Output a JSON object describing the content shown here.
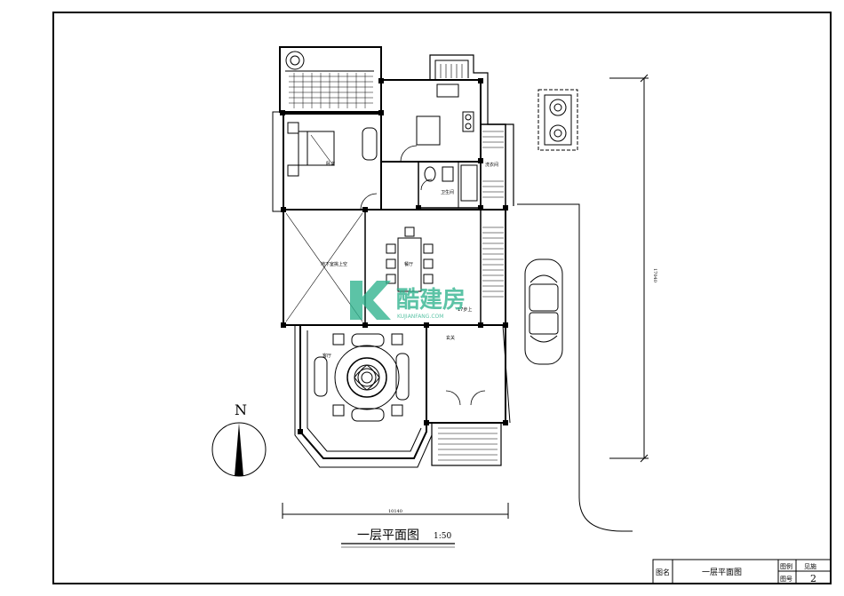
{
  "drawing": {
    "title": "一层平面图",
    "scale": "1:50",
    "north": "N",
    "dim_width": "10140",
    "dim_height": "17040"
  },
  "rooms": {
    "bedroom": "卧室",
    "bathroom": "卫生间",
    "laundry": "洗衣间",
    "dining": "餐厅",
    "basement_void": "地下室挑上空",
    "foyer": "玄关",
    "living": "客厅",
    "stair_note": "17步上"
  },
  "watermark": {
    "brand": "酷建房",
    "site": "KUJIANFANG.COM",
    "color": "#2fb38e"
  },
  "title_block": {
    "name_label": "图名",
    "name_value": "一层平面图",
    "scale_label": "图例",
    "scale_value": "见施",
    "number_label": "图号",
    "number_value": "2"
  }
}
